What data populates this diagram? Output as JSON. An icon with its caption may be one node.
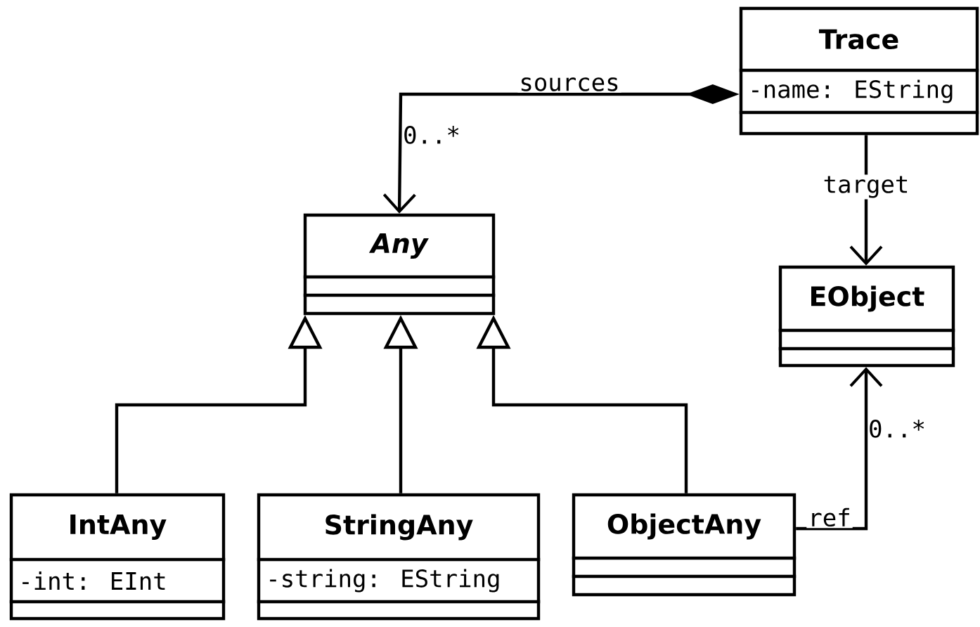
{
  "diagram": {
    "nodes": [
      {
        "text": [
          "Trace",
          "-name: EString"
        ]
      },
      {
        "text": [
          "Any"
        ]
      },
      {
        "text": [
          "EObject"
        ]
      },
      {
        "text": [
          "IntAny",
          "-int: EInt"
        ]
      },
      {
        "text": [
          "StringAny",
          "-string: EString"
        ]
      },
      {
        "text": [
          "ObjectAny"
        ]
      }
    ],
    "edges": [
      {
        "from": 0,
        "to": 1,
        "arrow": "to",
        "label": "sources"
      },
      {
        "from": 0,
        "to": 2,
        "arrow": "to",
        "label": "target"
      },
      {
        "from": 3,
        "to": 1,
        "arrow": "to"
      },
      {
        "from": 4,
        "to": 1,
        "arrow": "to"
      },
      {
        "from": 5,
        "to": 1,
        "arrow": "to"
      },
      {
        "from": 5,
        "to": 2,
        "arrow": "to",
        "label": "ref"
      }
    ],
    "labels": [
      "0..*",
      "0..*"
    ]
  }
}
